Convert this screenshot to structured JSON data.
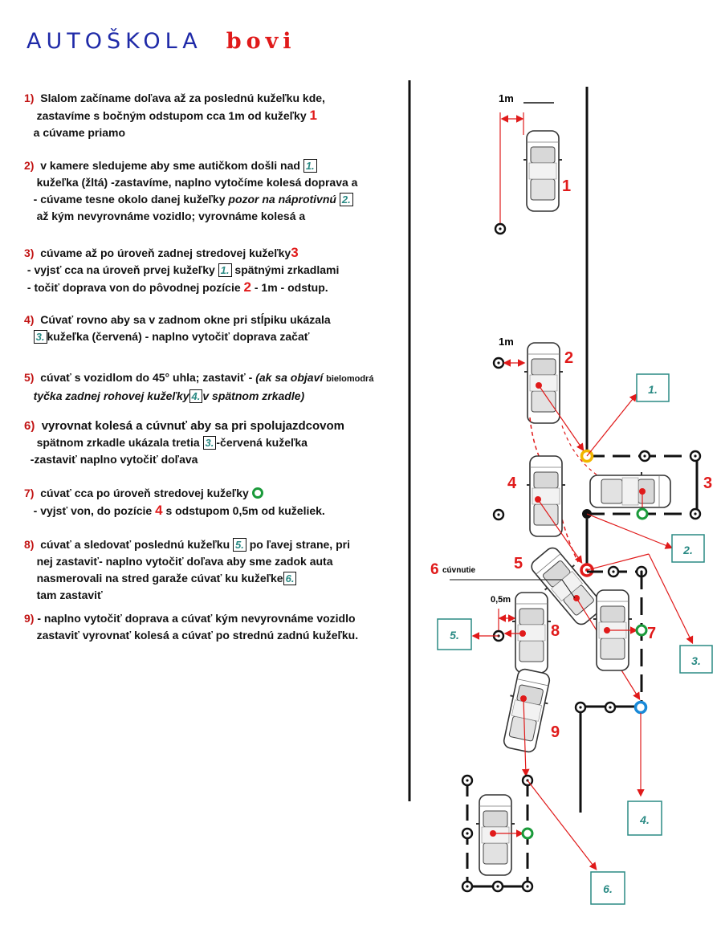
{
  "brand": {
    "part1": "AUTOŠKOLA",
    "part2": "bovi"
  },
  "steps": [
    {
      "num": "1)",
      "l1": "Slalom začíname doľava až za poslednú kužeľku kde,",
      "l2": "zastavíme s bočným odstupom cca 1m od kužeľky",
      "l2red": "1",
      "l3": "a cúvame priamo"
    },
    {
      "num": "2)",
      "l1": "v kamere sledujeme aby sme autičkom došli nad",
      "b1": "1.",
      "l2": "kužeľka (žltá) -zastavíme, naplno vytočíme kolesá doprava a",
      "l3": "- cúvame tesne okolo danej kužeľky",
      "l3it": "pozor na náprotivnú",
      "b2": "2.",
      "l4": "až kým nevyrovnáme vozidlo; vyrovnáme kolesá a"
    },
    {
      "num": "3)",
      "l1": "cúvame až po úroveň  zadnej  stredovej kužeľky",
      "l1red": "3",
      "l2a": "- vyjsť  cca na úroveň prvej kužeľky",
      "b1": "1.",
      "l2b": "spätnými zrkadlami",
      "l3a": "- točiť doprava von do pôvodnej pozície",
      "l3red": "2",
      "l3b": "- 1m - odstup."
    },
    {
      "num": "4)",
      "l1": "Cúvať rovno aby sa v zadnom okne pri  stĺpiku ukázala",
      "b1": "3.",
      "l2": "kužeľka (červená)  - naplno vytočiť doprava  začať"
    },
    {
      "num": "5)",
      "l1": "cúvať  s vozidlom do 45° uhla; zastaviť -",
      "l1it": "(ak sa objaví",
      "l1small": "bielomodrá",
      "l2it": "tyčka zadnej rohovej kužeľky",
      "b1": "4.",
      "l2it2": "v spätnom zrkadle)"
    },
    {
      "num": "6)",
      "l1": "vyrovnat kolesá a cúvnuť aby sa pri spolujazdcovom",
      "l2a": "spätnom  zrkadle ukázala tretia",
      "b1": "3.",
      "l2b": "-červená kužeľka",
      "l3": "-zastaviť naplno  vytočiť doľava"
    },
    {
      "num": "7)",
      "l1": "cúvať  cca  po úroveň stredovej kužeľky",
      "l2a": "- vyjsť von, do pozície",
      "l2red": "4",
      "l2b": "s odstupom 0,5m od kuželiek."
    },
    {
      "num": "8)",
      "l1a": "cúvať a sledovať poslednú kužeľku",
      "b1": "5.",
      "l1b": "po ľavej strane, pri",
      "l2": "nej zastaviť- naplno vytočiť doľava aby  sme  zadok auta",
      "l3": "nasmerovali na stred garaže cúvať ku kužeľke",
      "b2": "6.",
      "l4": "tam zastaviť"
    },
    {
      "num": "9)",
      "l1": "- naplno vytočiť doprava a cúvať kým nevyrovnáme vozidlo",
      "l2": "zastaviť vyrovnať kolesá a cúvať po strednú  zadnú kužeľku."
    }
  ],
  "diagram": {
    "dim_1m_a": "1m",
    "dim_1m_b": "1m",
    "dim_05m": "0,5m",
    "cuvnutie": "cúvnutie",
    "car_numbers": [
      "1",
      "2",
      "3",
      "4",
      "5",
      "6",
      "7",
      "8",
      "9"
    ],
    "cone_boxes": [
      "1.",
      "2.",
      "3.",
      "4.",
      "5.",
      "6."
    ],
    "colors": {
      "red": "#e01a1a",
      "teal": "#2a8a84",
      "yellow": "#f2b600",
      "green": "#1a9a3a",
      "blue": "#1a8ad8"
    }
  }
}
